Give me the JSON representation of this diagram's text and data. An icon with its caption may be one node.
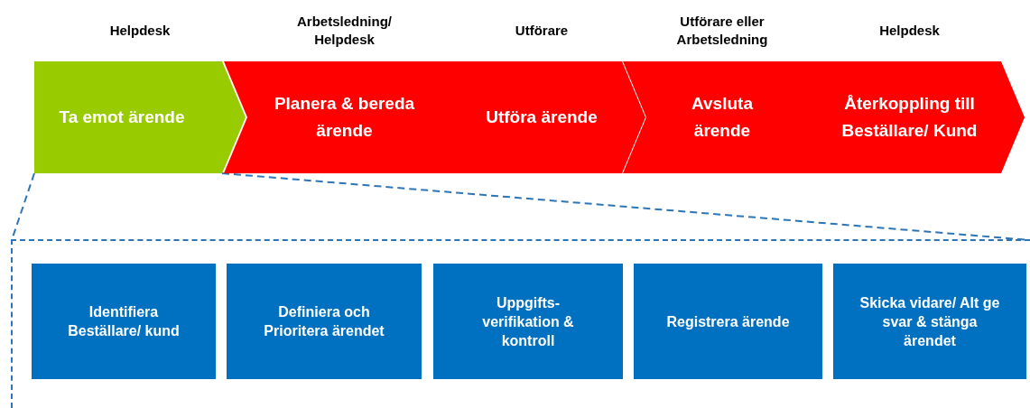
{
  "diagram": {
    "nodes": [
      {
        "text": [
          "Ta emot ärende"
        ],
        "beside": [
          "Helpdesk"
        ]
      },
      {
        "text": [
          "Planera & bereda ärende"
        ],
        "beside": [
          "Arbetsledning/ Helpdesk"
        ]
      },
      {
        "text": [
          "Utföra ärende"
        ],
        "beside": [
          "Utförare"
        ]
      },
      {
        "text": [
          "Avsluta ärende"
        ],
        "beside": [
          "Utförare eller Arbetsledning"
        ]
      },
      {
        "text": [
          "Återkoppling till Beställare/ Kund"
        ],
        "beside": [
          "Helpdesk"
        ]
      },
      {
        "text": [],
        "shape": "box"
      },
      {
        "text": [
          "Identifiera Beställare/ kund"
        ],
        "in": 5
      },
      {
        "text": [
          "Definiera och Prioritera ärendet"
        ],
        "in": 5
      },
      {
        "text": [
          "Uppgifts-verifikation & kontroll"
        ],
        "in": 5
      },
      {
        "text": [
          "Registrera ärende"
        ],
        "in": 5
      },
      {
        "text": [
          "Skicka vidare/ Alt ge svar & stänga ärendet"
        ],
        "in": 5
      }
    ],
    "edges": [
      {
        "from": 0,
        "to": 5,
        "arrow": "none",
        "style": "dashed"
      },
      {
        "from": 0,
        "to": 5,
        "arrow": "none",
        "style": "dashed"
      }
    ]
  }
}
